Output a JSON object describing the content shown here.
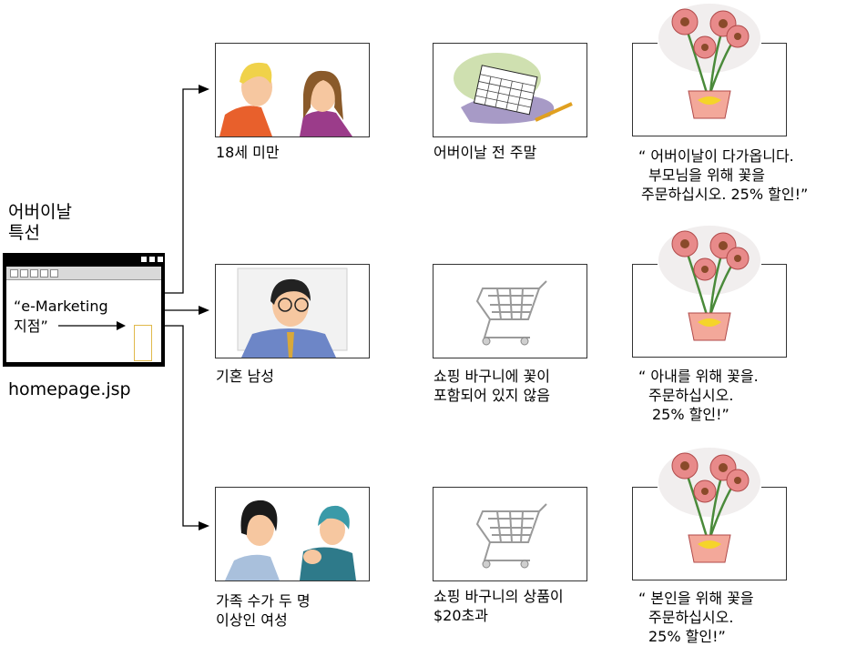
{
  "segment_title": [
    "어버이날",
    "특선"
  ],
  "homepage": {
    "label": "homepage.jsp",
    "spot_label": [
      "“e-Marketing",
      "지점”"
    ]
  },
  "rows": [
    {
      "customer": [
        "18세 미만"
      ],
      "condition": [
        "어버이날 전 주말"
      ],
      "message": [
        "“ 어버이날이 다가옵니다.",
        "부모님을 위해 꽃을",
        "주문하십시오. 25% 할인!”"
      ]
    },
    {
      "customer": [
        "기혼 남성"
      ],
      "condition": [
        "쇼핑 바구니에 꽃이",
        "포함되어 있지 않음"
      ],
      "message": [
        "“ 아내를 위해 꽃을.",
        "주문하십시오.",
        "25% 할인!”"
      ]
    },
    {
      "customer": [
        "가족 수가 두 명",
        "이상인 여성"
      ],
      "condition": [
        "쇼핑 바구니의 상품이",
        "$20초과"
      ],
      "message": [
        "“ 본인을 위해 꽃을",
        "주문하십시오.",
        "25% 할인!”"
      ]
    }
  ]
}
